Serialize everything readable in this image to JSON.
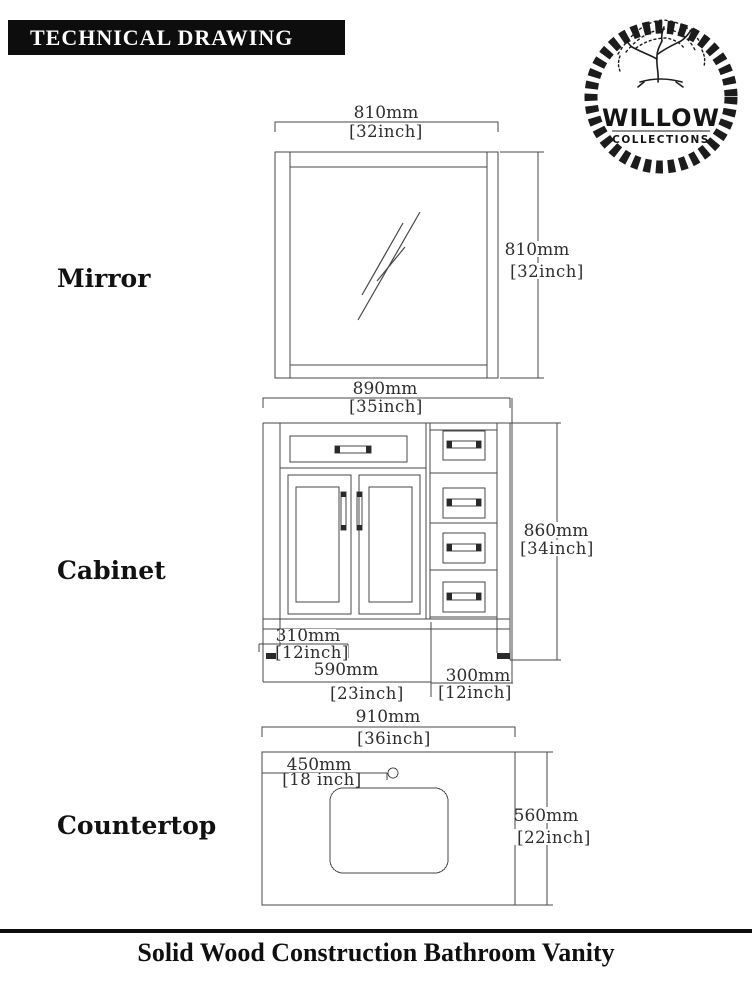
{
  "header": {
    "title": "TECHNICAL DRAWING"
  },
  "logo": {
    "brand": "WILLOW",
    "subtitle": "COLLECTIONS"
  },
  "sections": {
    "mirror": {
      "label": "Mirror",
      "width": {
        "mm": "810mm",
        "inch": "[32inch]"
      },
      "height": {
        "mm": "810mm",
        "inch": "[32inch]"
      }
    },
    "cabinet": {
      "label": "Cabinet",
      "width": {
        "mm": "890mm",
        "inch": "[35inch]"
      },
      "height": {
        "mm": "860mm",
        "inch": "[34inch]"
      },
      "toe_kick": {
        "mm": "310mm",
        "inch": "[12inch]"
      },
      "door_section": {
        "mm": "590mm",
        "inch": "[23inch]"
      },
      "drawer_section": {
        "mm": "300mm",
        "inch": "[12inch]"
      }
    },
    "countertop": {
      "label": "Countertop",
      "width": {
        "mm": "910mm",
        "inch": "[36inch]"
      },
      "depth": {
        "mm": "560mm",
        "inch": "[22inch]"
      },
      "faucet_offset": {
        "mm": "450mm",
        "inch": "[18 inch]"
      }
    }
  },
  "footer": {
    "caption": "Solid Wood Construction Bathroom Vanity"
  }
}
